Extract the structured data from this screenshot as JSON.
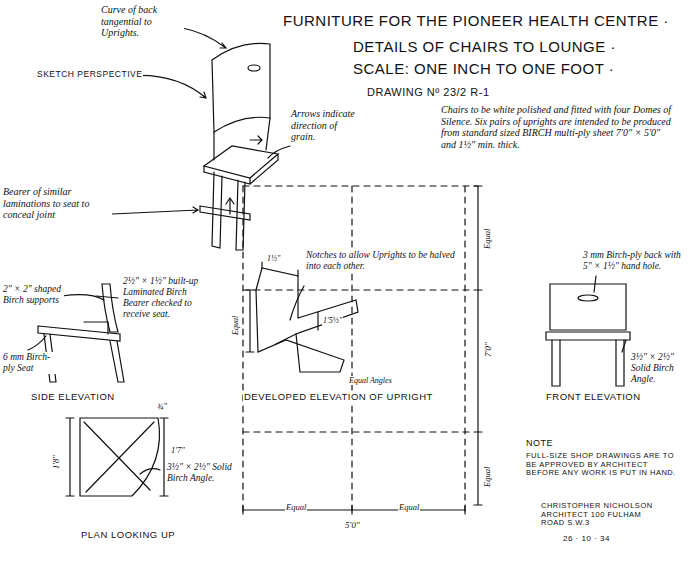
{
  "diagram": {
    "title": "FURNITURE FOR THE PIONEER HEALTH CENTRE ·",
    "labels": [
      "DETAILS OF CHAIRS TO LOUNGE ·",
      "SCALE: ONE INCH TO ONE FOOT ·",
      "DRAWING Nº 23/2 R-1",
      "Curve of back tangential to Uprights.",
      "SKETCH PERSPECTIVE",
      "Arrows indicate direction of grain.",
      "Bearer of similar laminations to seat to conceal joint",
      "Chairs to be white polished and fitted with four Domes of Silence. Six pairs of uprights are intended to be produced from standard sized BIRCH multi-ply sheet 7'0\" × 5'0\" and 1½\" min. thick.",
      "2½\" × 1½\" built-up Laminated Birch Bearer checked to receive seat.",
      "2\" × 2\" shaped Birch supports",
      "6 mm Birch-ply Seat",
      "SIDE ELEVATION",
      "Notches to allow Uprights to be halved into each other.",
      "1½\"",
      "1'5½\"",
      "Equal",
      "Equal Angles",
      "DEVELOPED ELEVATION OF UPRIGHT",
      "Equal",
      "7'0\"",
      "Equal",
      "Equal",
      "Equal",
      "5'0\"",
      "3 mm Birch-ply back with 5\" × 1½\" hand hole.",
      "3½\" × 2½\" Solid Birch Angle.",
      "FRONT ELEVATION",
      "1'8\"",
      "1'7\"",
      "¾\"",
      "3½\" × 2½\" Solid Birch Angle.",
      "PLAN LOOKING UP",
      "NOTE",
      "FULL-SIZE SHOP DRAWINGS ARE TO BE APPROVED BY ARCHITECT BEFORE ANY WORK IS PUT IN HAND.",
      "CHRISTOPHER NICHOLSON ARCHITECT 100 FULHAM ROAD S.W.3",
      "26 · 10 · 34"
    ]
  }
}
